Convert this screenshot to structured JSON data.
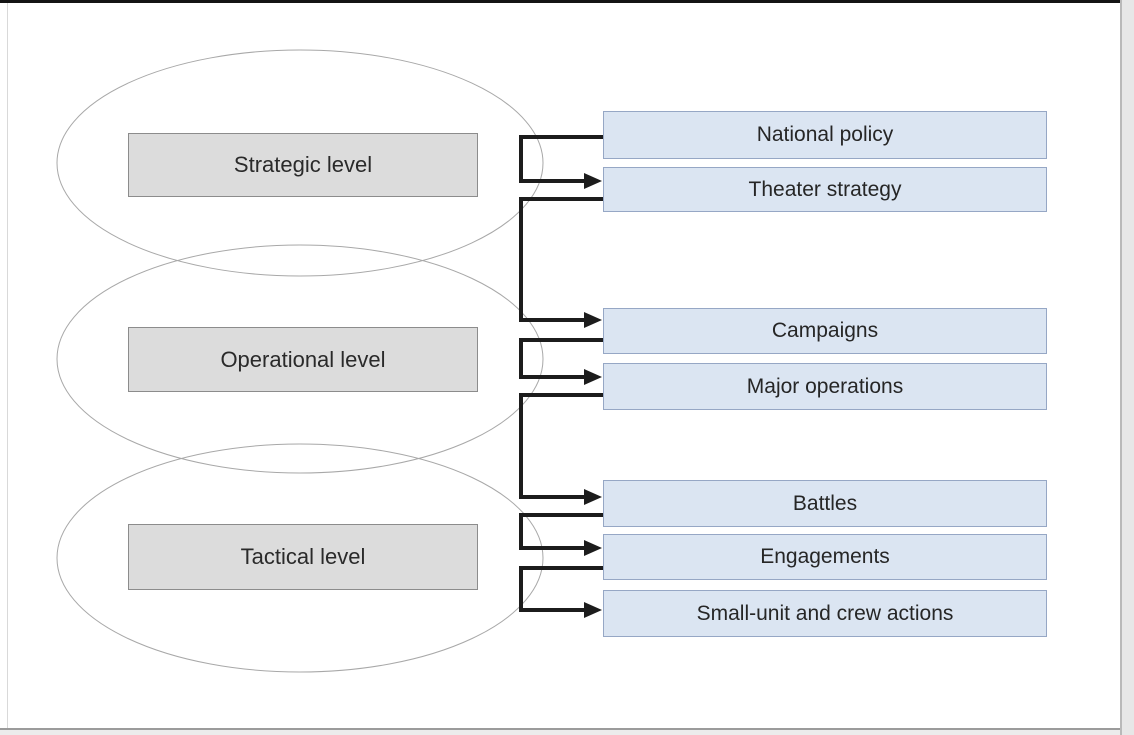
{
  "diagram": {
    "levels": [
      {
        "label": "Strategic level"
      },
      {
        "label": "Operational level"
      },
      {
        "label": "Tactical level"
      }
    ],
    "flow_items": [
      {
        "label": "National policy"
      },
      {
        "label": "Theater strategy"
      },
      {
        "label": "Campaigns"
      },
      {
        "label": "Major operations"
      },
      {
        "label": "Battles"
      },
      {
        "label": "Engagements"
      },
      {
        "label": "Small-unit and crew actions"
      }
    ],
    "links": [
      {
        "from": "National policy",
        "to": "Theater strategy"
      },
      {
        "from": "Theater strategy",
        "to": "Campaigns"
      },
      {
        "from": "Campaigns",
        "to": "Major operations"
      },
      {
        "from": "Major operations",
        "to": "Battles"
      },
      {
        "from": "Battles",
        "to": "Engagements"
      },
      {
        "from": "Engagements",
        "to": "Small-unit and crew actions"
      }
    ],
    "level_membership": {
      "Strategic level": [
        "National policy",
        "Theater strategy"
      ],
      "Operational level": [
        "Campaigns",
        "Major operations"
      ],
      "Tactical level": [
        "Battles",
        "Engagements",
        "Small-unit and crew actions"
      ]
    },
    "colors": {
      "level_box_fill": "#dcdcdc",
      "level_box_border": "#8c8c8c",
      "flow_box_fill": "#dbe5f2",
      "flow_box_border": "#96a7c5",
      "connector": "#1c1c1c",
      "ellipse_stroke": "#a8a8a8",
      "page_top_bar": "#141414"
    }
  }
}
